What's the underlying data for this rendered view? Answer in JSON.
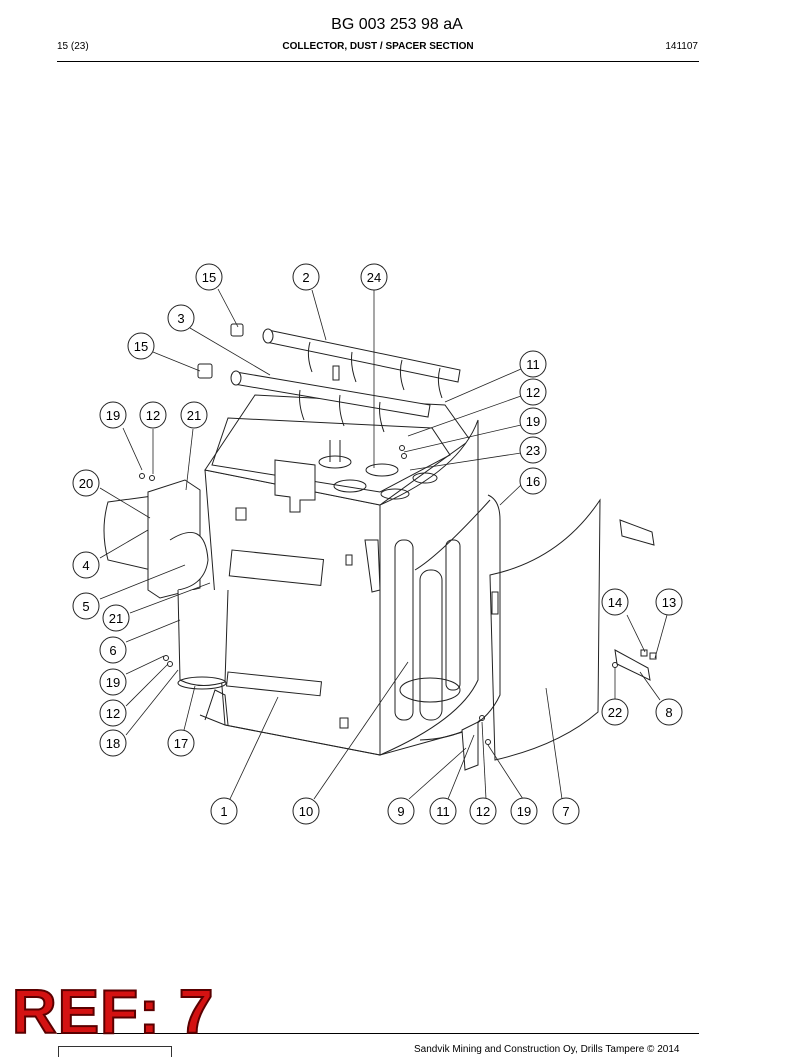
{
  "header": {
    "doc_number": "BG 003 253 98 aA",
    "page": "15 (23)",
    "title": "COLLECTOR, DUST / SPACER SECTION",
    "code": "141107"
  },
  "callouts": [
    "15",
    "2",
    "24",
    "3",
    "15",
    "11",
    "12",
    "19",
    "23",
    "19",
    "12",
    "21",
    "20",
    "16",
    "4",
    "5",
    "21",
    "6",
    "19",
    "12",
    "18",
    "17",
    "14",
    "13",
    "22",
    "8",
    "1",
    "10",
    "9",
    "11",
    "12",
    "19",
    "7"
  ],
  "ref_stamp": "REF: 7",
  "footer": {
    "text": "Sandvik Mining and Construction Oy, Drills Tampere © 2014"
  }
}
